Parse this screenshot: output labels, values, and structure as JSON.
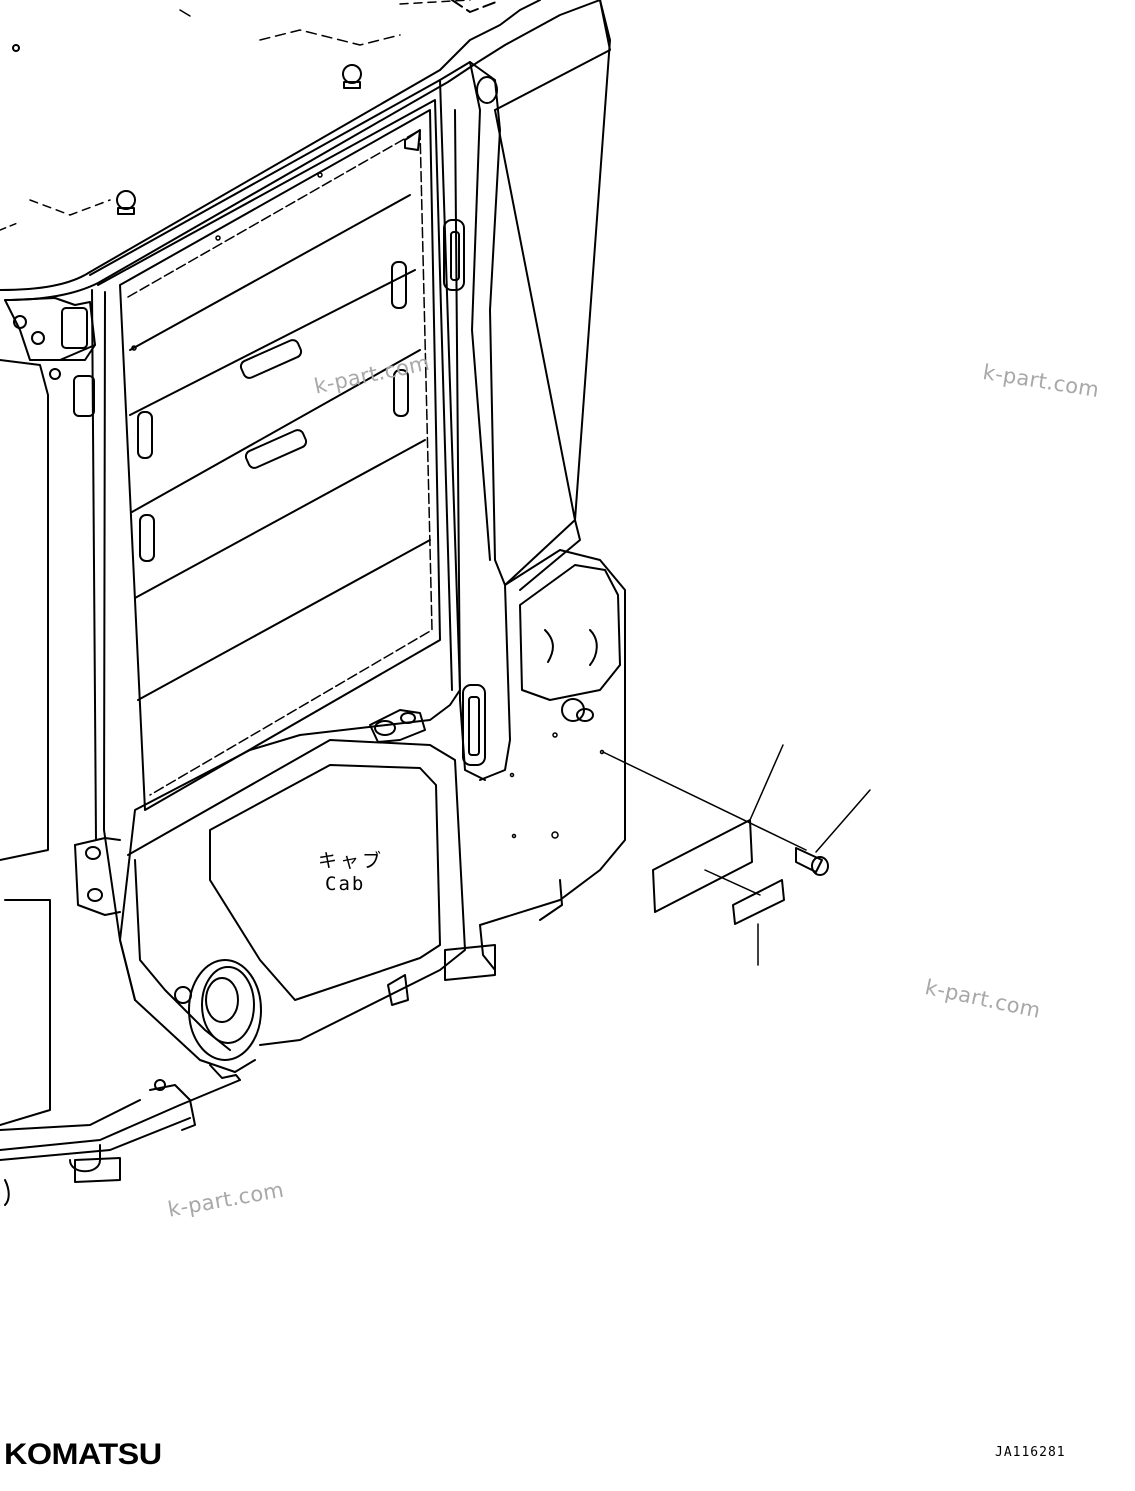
{
  "diagram": {
    "cab_label_jp": "キャブ",
    "cab_label_en": "Cab",
    "watermarks": [
      "k-part.com",
      "k-part.com",
      "k-part.com",
      "k-part.com"
    ],
    "brand": "KOMATSU",
    "drawing_number": "JA116281"
  }
}
